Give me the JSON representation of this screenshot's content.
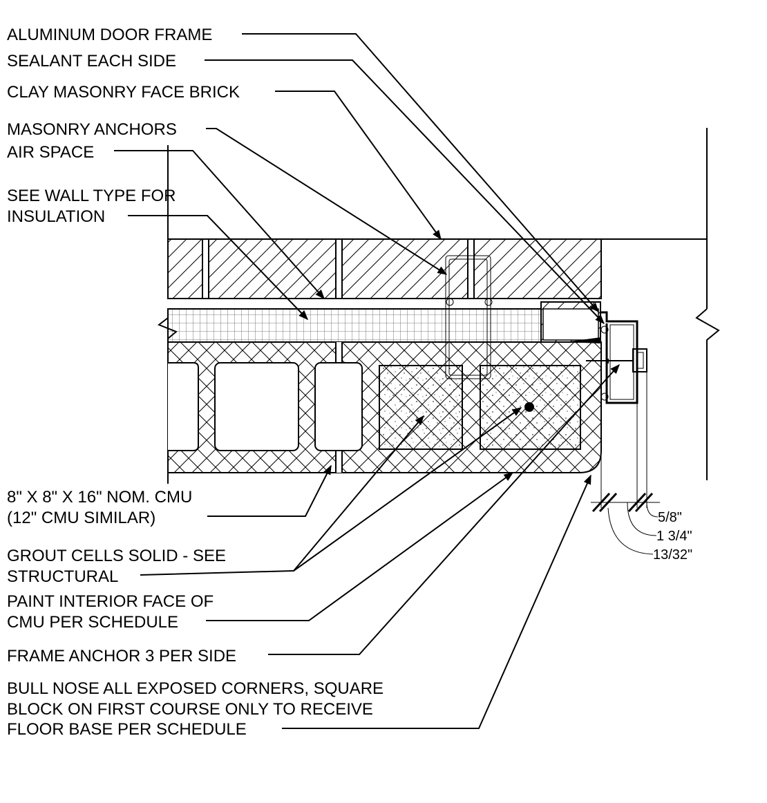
{
  "labels": {
    "aluminum_door_frame": "ALUMINUM DOOR FRAME",
    "sealant_each_side": "SEALANT EACH SIDE",
    "clay_masonry_face_brick": "CLAY MASONRY FACE BRICK",
    "masonry_anchors": "MASONRY ANCHORS",
    "air_space": "AIR SPACE",
    "insulation_line1": "SEE WALL TYPE FOR",
    "insulation_line2": "INSULATION",
    "cmu_line1": "8\" X 8\" X 16\" NOM. CMU",
    "cmu_line2": "(12\" CMU SIMILAR)",
    "grout_line1": "GROUT CELLS SOLID - SEE",
    "grout_line2": "STRUCTURAL",
    "paint_line1": "PAINT INTERIOR FACE OF",
    "paint_line2": "CMU PER SCHEDULE",
    "frame_anchor": "FRAME ANCHOR 3 PER SIDE",
    "bullnose_line1": "BULL NOSE ALL EXPOSED CORNERS, SQUARE",
    "bullnose_line2": "BLOCK ON FIRST COURSE ONLY TO RECEIVE",
    "bullnose_line3": "FLOOR BASE PER SCHEDULE"
  },
  "dimensions": {
    "d1": "5/8\"",
    "d2": "1 3/4\"",
    "d3": "13/32\""
  }
}
